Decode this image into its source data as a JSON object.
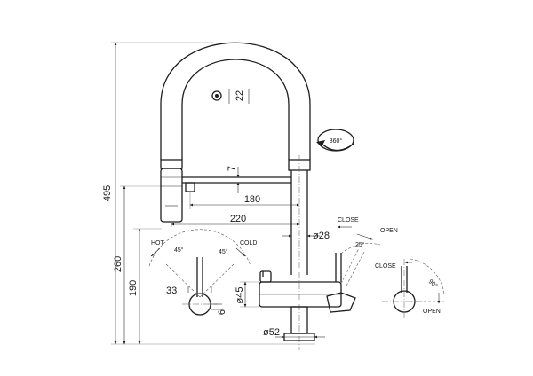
{
  "dimensions": {
    "total_height": "495",
    "height_260": "260",
    "height_190": "190",
    "spout_offset": "7",
    "reach_180": "180",
    "reach_220": "220",
    "hose_dia": "ø28",
    "body_dia": "ø45",
    "base_dia": "ø52",
    "handle_33": "33",
    "handle_6": "6",
    "spray_22": "22"
  },
  "rotation": {
    "label": "360°"
  },
  "mixer_lever": {
    "hot": "HOT",
    "cold": "COLD",
    "angle_left": "45°",
    "angle_right": "45°"
  },
  "filter_lever_side": {
    "close": "CLOSE",
    "open": "OPEN",
    "angle": "25°"
  },
  "filter_lever_top": {
    "close": "CLOSE",
    "open": "OPEN",
    "angle": "90°"
  }
}
